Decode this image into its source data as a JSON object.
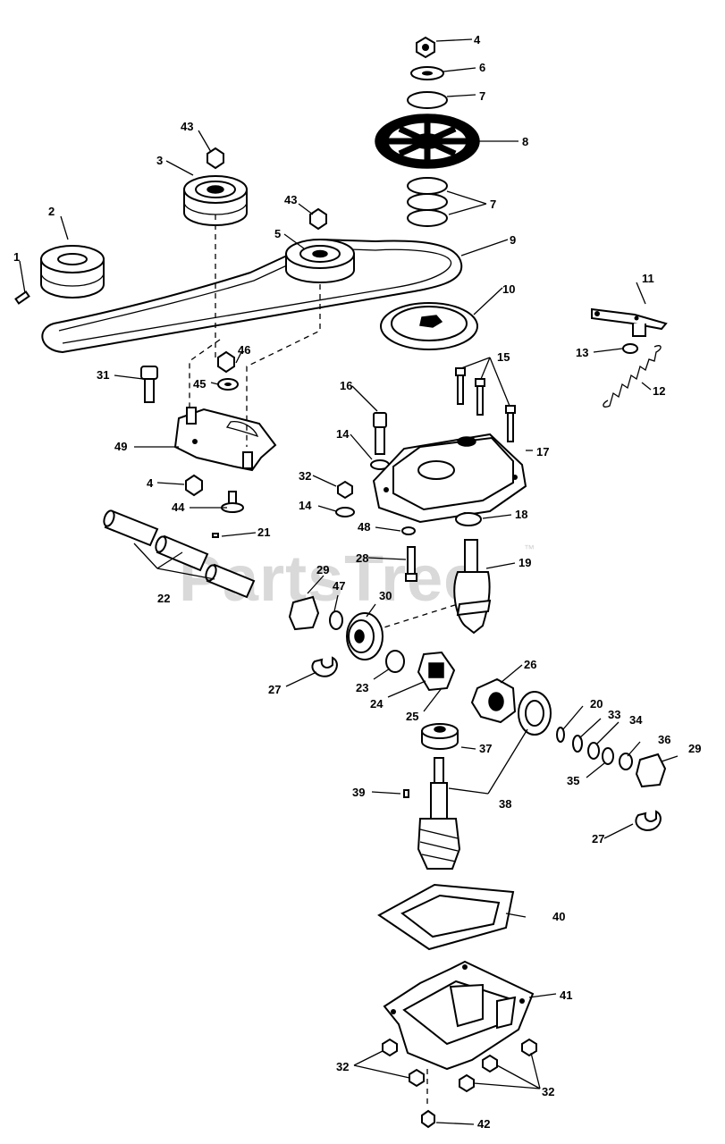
{
  "watermark": {
    "text": "PartsTree",
    "trademark": "™"
  },
  "callouts": {
    "c1": "1",
    "c2": "2",
    "c3": "3",
    "c4a": "4",
    "c4b": "4",
    "c5": "5",
    "c6": "6",
    "c7a": "7",
    "c7b": "7",
    "c8": "8",
    "c9": "9",
    "c10": "10",
    "c11": "11",
    "c12": "12",
    "c13": "13",
    "c14a": "14",
    "c14b": "14",
    "c15": "15",
    "c16": "16",
    "c17": "17",
    "c18": "18",
    "c19": "19",
    "c20": "20",
    "c21": "21",
    "c22": "22",
    "c23": "23",
    "c24": "24",
    "c25": "25",
    "c26": "26",
    "c27a": "27",
    "c27b": "27",
    "c28": "28",
    "c29a": "29",
    "c29b": "29",
    "c30": "30",
    "c31": "31",
    "c32a": "32",
    "c32b": "32",
    "c32c": "32",
    "c33": "33",
    "c34": "34",
    "c35": "35",
    "c36": "36",
    "c37": "37",
    "c38": "38",
    "c39": "39",
    "c40": "40",
    "c41": "41",
    "c42": "42",
    "c43a": "43",
    "c43b": "43",
    "c44": "44",
    "c45": "45",
    "c46": "46",
    "c47": "47",
    "c48": "48",
    "c49": "49"
  }
}
